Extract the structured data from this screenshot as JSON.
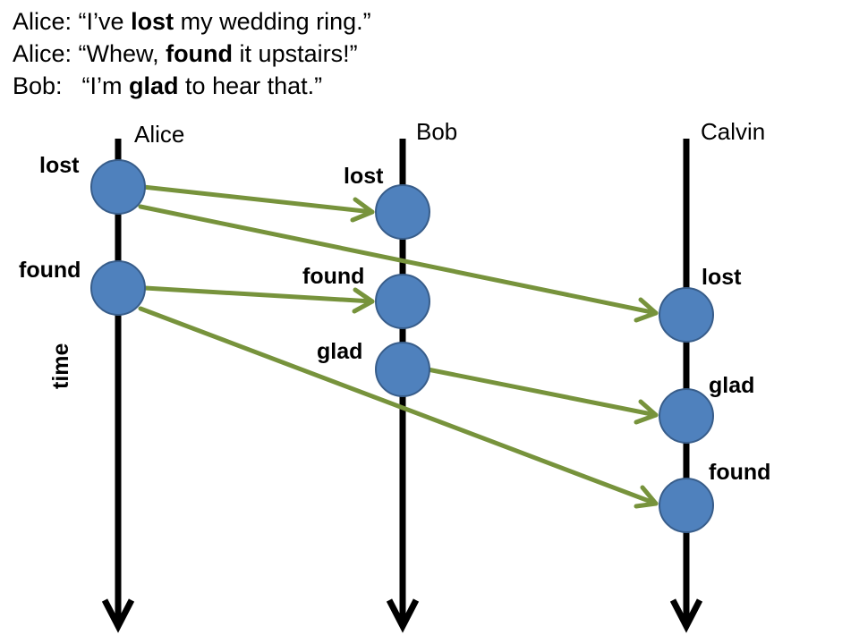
{
  "dialogue": [
    {
      "speaker": "Alice:",
      "before": "“I’ve ",
      "bold": "lost",
      "after": " my wedding ring.”"
    },
    {
      "speaker": "Alice:",
      "before": "“Whew, ",
      "bold": "found",
      "after": " it upstairs!”"
    },
    {
      "speaker": "Bob:",
      "before": "“I’m ",
      "bold": "glad",
      "after": " to hear that.”"
    }
  ],
  "processes": [
    "Alice",
    "Bob",
    "Calvin"
  ],
  "time_label": "time",
  "events": {
    "alice_lost": "lost",
    "alice_found": "found",
    "bob_lost": "lost",
    "bob_found": "found",
    "bob_glad": "glad",
    "calvin_lost": "lost",
    "calvin_glad": "glad",
    "calvin_found": "found"
  },
  "colors": {
    "node_fill": "#4f81bd",
    "node_stroke": "#385d8a",
    "arrow": "#77933c",
    "timeline": "#000000"
  }
}
